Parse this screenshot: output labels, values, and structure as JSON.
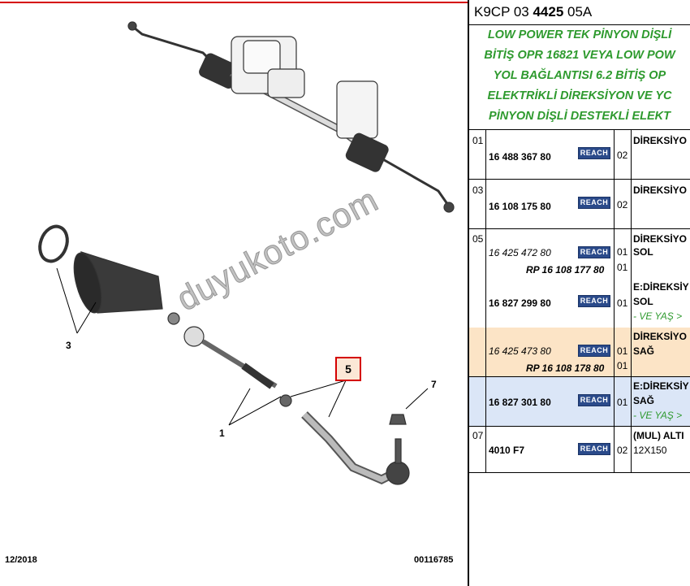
{
  "diagram": {
    "date": "12/2018",
    "figure_code": "00116785",
    "callouts": [
      "3",
      "1",
      "5",
      "7"
    ],
    "watermark": "duyukoto.com"
  },
  "header": {
    "prefix": "K9CP 03 ",
    "bold": "4425",
    "suffix": " 05A"
  },
  "description_lines": [
    "LOW POWER TEK PİNYON DİŞLİ",
    "BİTİŞ OPR 16821 VEYA LOW POW",
    "YOL BAĞLANTISI 6.2 BİTİŞ OP",
    "ELEKTRİKLİ DİREKSİYON VE YC",
    "PİNYON DİŞLİ DESTEKLİ ELEKT"
  ],
  "reach_label": "REACH",
  "rows": [
    {
      "index": "01",
      "part": "16 488 367 80",
      "qty": "02",
      "desc": "DİREKSİYO"
    },
    {
      "index": "03",
      "part": "16 108 175 80",
      "qty": "02",
      "desc": "DİREKSİYO"
    },
    {
      "index": "05",
      "part": "16 425 472 80",
      "qty": "01",
      "rp": "RP 16 108 177 80",
      "rp_qty": "01",
      "desc": "DİREKSİYO",
      "desc2": "SOL"
    },
    {
      "part": "16 827 299 80",
      "qty": "01",
      "desc": "E:DİREKSİY",
      "desc2": "SOL",
      "note": "- VE YAŞ >"
    },
    {
      "part": "16 425 473 80",
      "qty": "01",
      "rp": "RP 16 108 178 80",
      "rp_qty": "01",
      "desc": "DİREKSİYO",
      "desc2": "SAĞ"
    },
    {
      "part": "16 827 301 80",
      "qty": "01",
      "desc": "E:DİREKSİY",
      "desc2": "SAĞ",
      "note": "- VE YAŞ >"
    },
    {
      "index": "07",
      "part": "4010 F7",
      "qty": "02",
      "desc": "(MUL) ALTI",
      "desc2": "12X150"
    }
  ]
}
